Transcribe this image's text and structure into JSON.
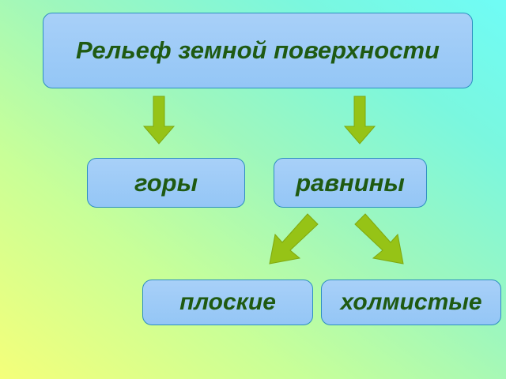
{
  "diagram": {
    "root": {
      "label": "Рельеф земной поверхности"
    },
    "level1": [
      {
        "label": "горы"
      },
      {
        "label": "равнины"
      }
    ],
    "level2": [
      {
        "label": "плоские"
      },
      {
        "label": "холмистые"
      }
    ]
  },
  "colors": {
    "box_fill": "#9ccaf7",
    "box_border": "#2e8fc0",
    "text": "#1f5a12",
    "arrow": "#96c316"
  }
}
